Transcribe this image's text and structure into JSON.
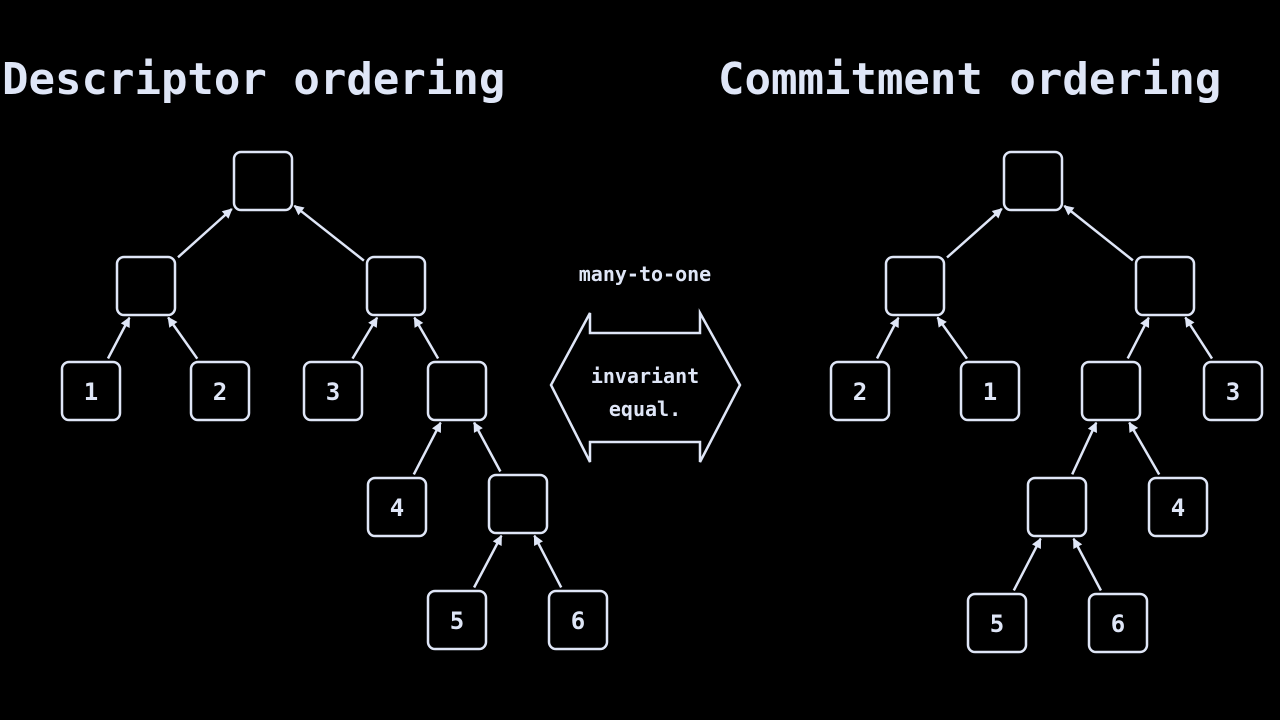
{
  "titles": {
    "left": "Descriptor ordering",
    "right": "Commitment ordering"
  },
  "relation": {
    "top_label": "many-to-one",
    "arrow_line1": "invariant",
    "arrow_line2": "equal."
  },
  "colors": {
    "background": "#000000",
    "foreground": "#dfe6f7"
  },
  "trees": {
    "left": {
      "nodes": [
        {
          "id": "L-root",
          "label": ""
        },
        {
          "id": "L-a",
          "label": ""
        },
        {
          "id": "L-b",
          "label": ""
        },
        {
          "id": "L-1",
          "label": "1"
        },
        {
          "id": "L-2",
          "label": "2"
        },
        {
          "id": "L-3",
          "label": "3"
        },
        {
          "id": "L-c",
          "label": ""
        },
        {
          "id": "L-4",
          "label": "4"
        },
        {
          "id": "L-d",
          "label": ""
        },
        {
          "id": "L-5",
          "label": "5"
        },
        {
          "id": "L-6",
          "label": "6"
        }
      ],
      "edges": [
        {
          "from": "L-a",
          "to": "L-root"
        },
        {
          "from": "L-b",
          "to": "L-root"
        },
        {
          "from": "L-1",
          "to": "L-a"
        },
        {
          "from": "L-2",
          "to": "L-a"
        },
        {
          "from": "L-3",
          "to": "L-b"
        },
        {
          "from": "L-c",
          "to": "L-b"
        },
        {
          "from": "L-4",
          "to": "L-c"
        },
        {
          "from": "L-d",
          "to": "L-c"
        },
        {
          "from": "L-5",
          "to": "L-d"
        },
        {
          "from": "L-6",
          "to": "L-d"
        }
      ]
    },
    "right": {
      "nodes": [
        {
          "id": "R-root",
          "label": ""
        },
        {
          "id": "R-a",
          "label": ""
        },
        {
          "id": "R-b",
          "label": ""
        },
        {
          "id": "R-2",
          "label": "2"
        },
        {
          "id": "R-1",
          "label": "1"
        },
        {
          "id": "R-c",
          "label": ""
        },
        {
          "id": "R-3",
          "label": "3"
        },
        {
          "id": "R-d",
          "label": ""
        },
        {
          "id": "R-4",
          "label": "4"
        },
        {
          "id": "R-5",
          "label": "5"
        },
        {
          "id": "R-6",
          "label": "6"
        }
      ],
      "edges": [
        {
          "from": "R-a",
          "to": "R-root"
        },
        {
          "from": "R-b",
          "to": "R-root"
        },
        {
          "from": "R-2",
          "to": "R-a"
        },
        {
          "from": "R-1",
          "to": "R-a"
        },
        {
          "from": "R-c",
          "to": "R-b"
        },
        {
          "from": "R-3",
          "to": "R-b"
        },
        {
          "from": "R-d",
          "to": "R-c"
        },
        {
          "from": "R-4",
          "to": "R-c"
        },
        {
          "from": "R-5",
          "to": "R-d"
        },
        {
          "from": "R-6",
          "to": "R-d"
        }
      ]
    }
  }
}
